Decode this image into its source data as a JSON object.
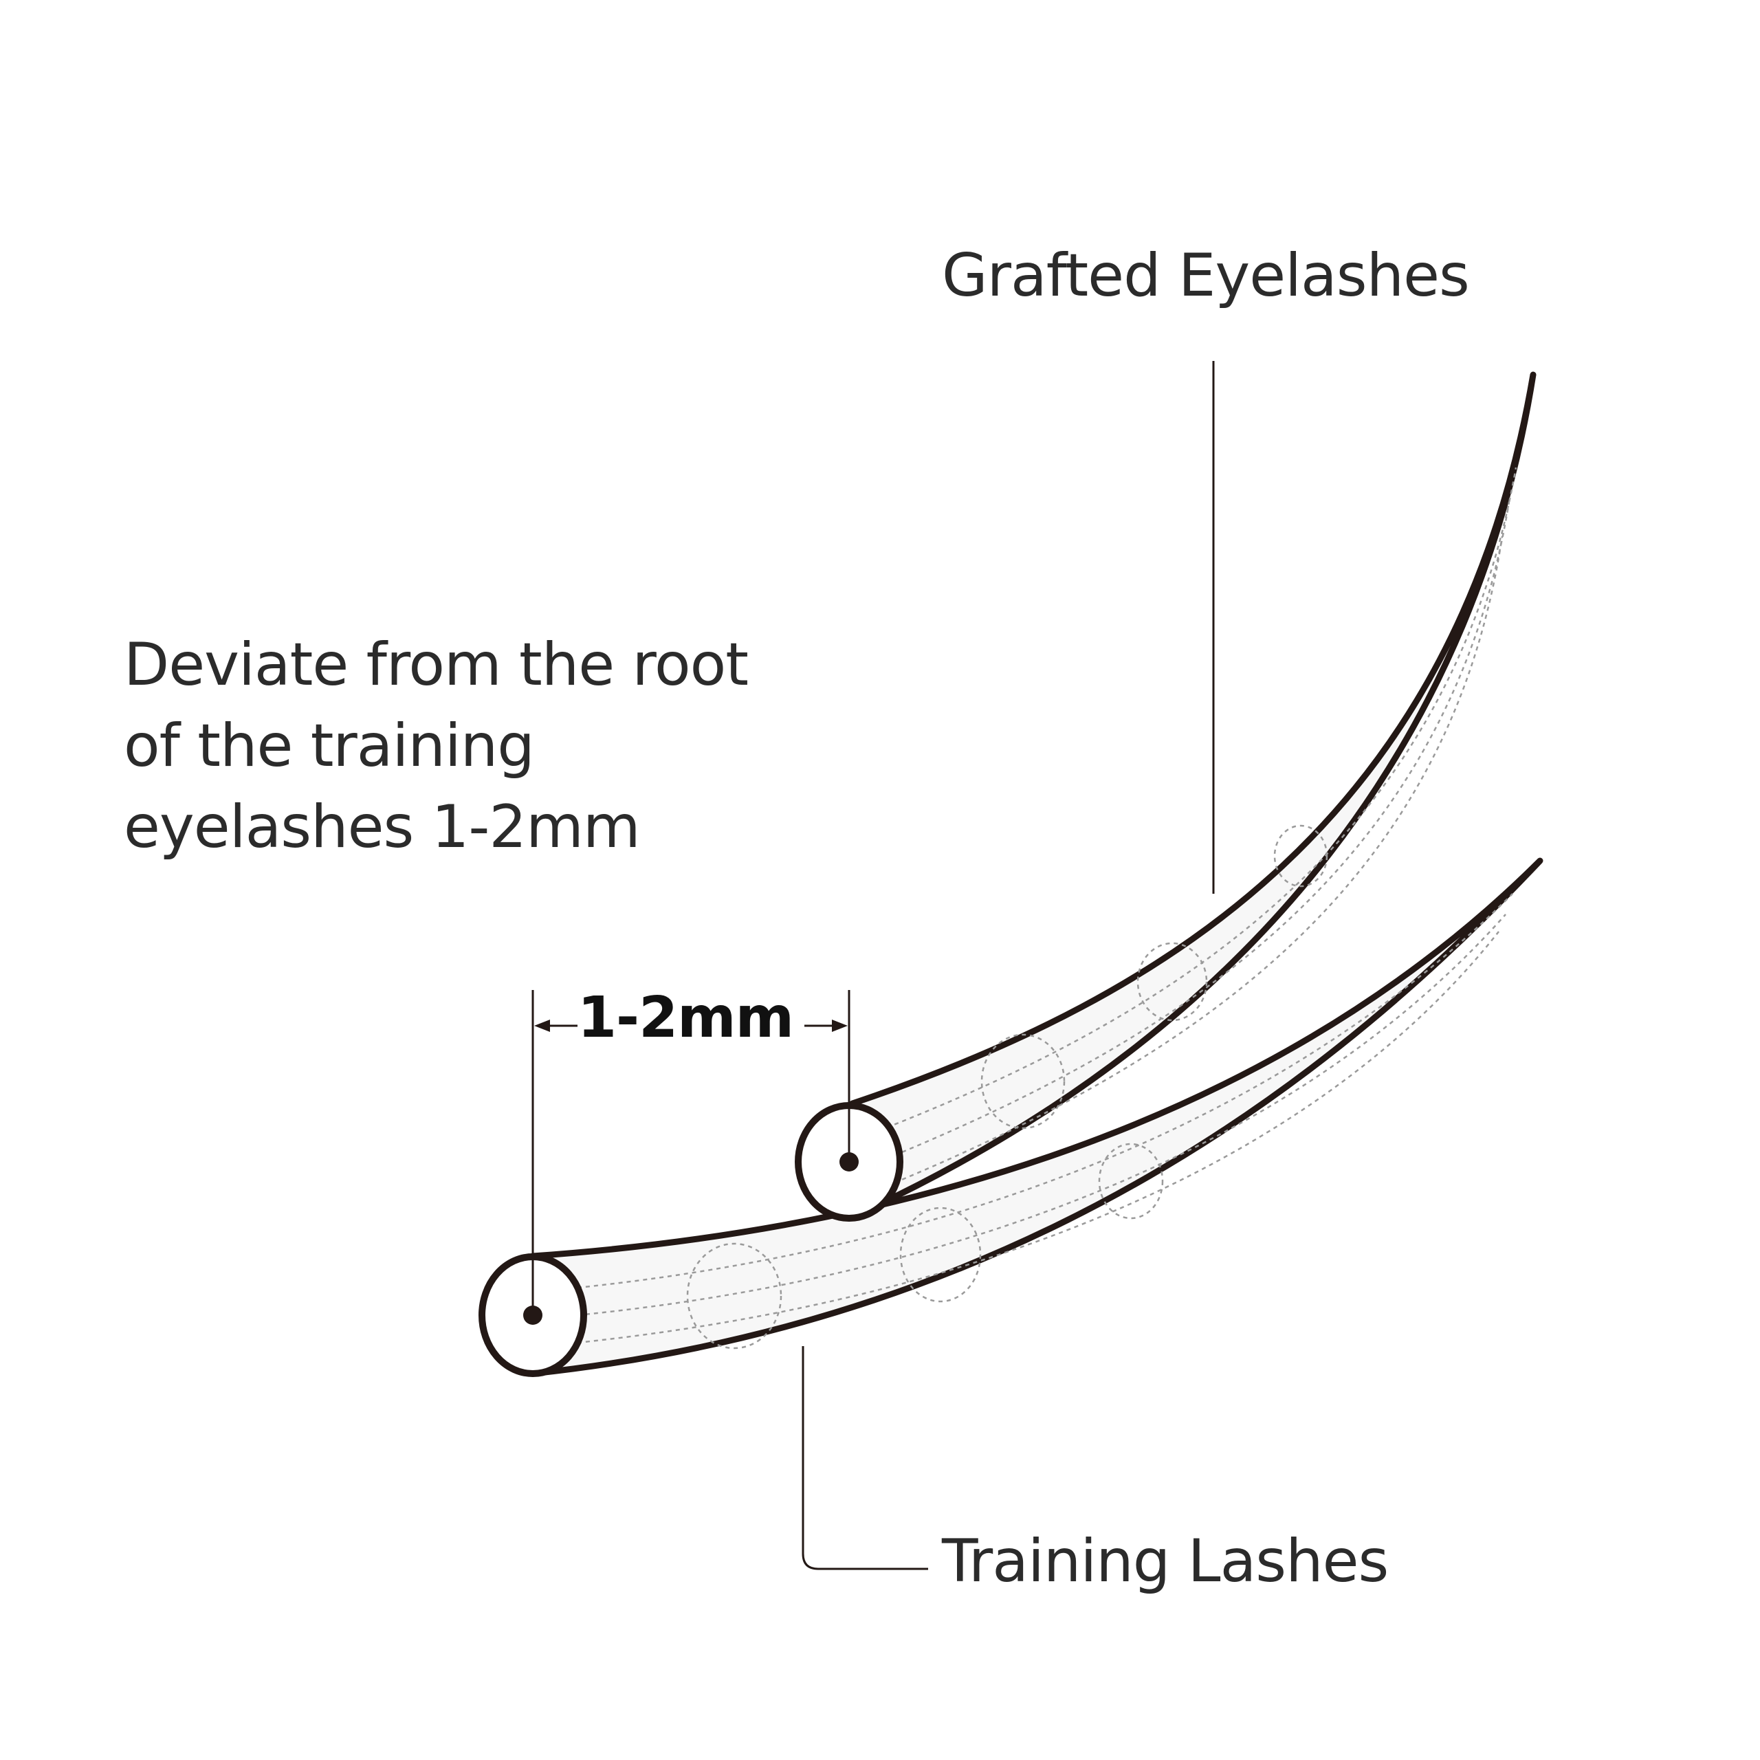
{
  "labels": {
    "grafted": "Grafted Eyelashes",
    "training": "Training Lashes",
    "description": "Deviate from the root of the training eyelashes 1-2mm",
    "dimension": "1-2mm"
  },
  "colors": {
    "outline": "#231815",
    "fill": "#f7f7f7",
    "dotted": "#9a9a9a",
    "text": "#2b2b2b"
  }
}
